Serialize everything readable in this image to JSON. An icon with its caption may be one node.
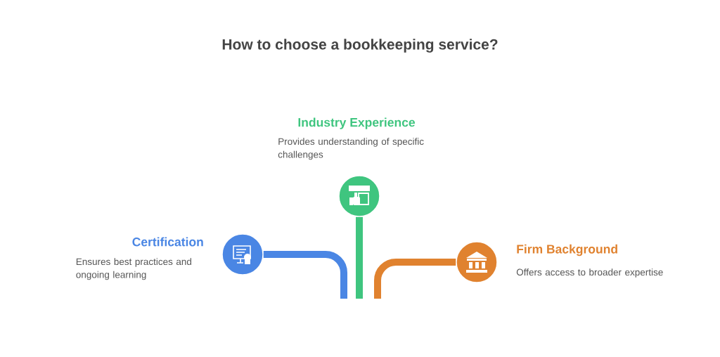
{
  "diagram": {
    "title": "How to choose a bookkeeping service?",
    "nodes": [
      {
        "text": [],
        "shape": "circle",
        "beside": [
          "Industry Experience",
          "Provides understanding of specific challenges"
        ]
      },
      {
        "text": [],
        "shape": "circle",
        "beside": [
          "Certification",
          "Ensures best practices and ongoing learning"
        ]
      },
      {
        "text": [],
        "shape": "circle",
        "beside": [
          "Firm Background",
          "Offers access to broader expertise"
        ]
      }
    ],
    "edges": [
      {
        "from": null,
        "to": 1,
        "arrow": "none",
        "color": "#4a86e4"
      },
      {
        "from": null,
        "to": 0,
        "arrow": "none",
        "color": "#3fc57f"
      },
      {
        "from": null,
        "to": 2,
        "arrow": "none",
        "color": "#e0822f"
      }
    ]
  }
}
